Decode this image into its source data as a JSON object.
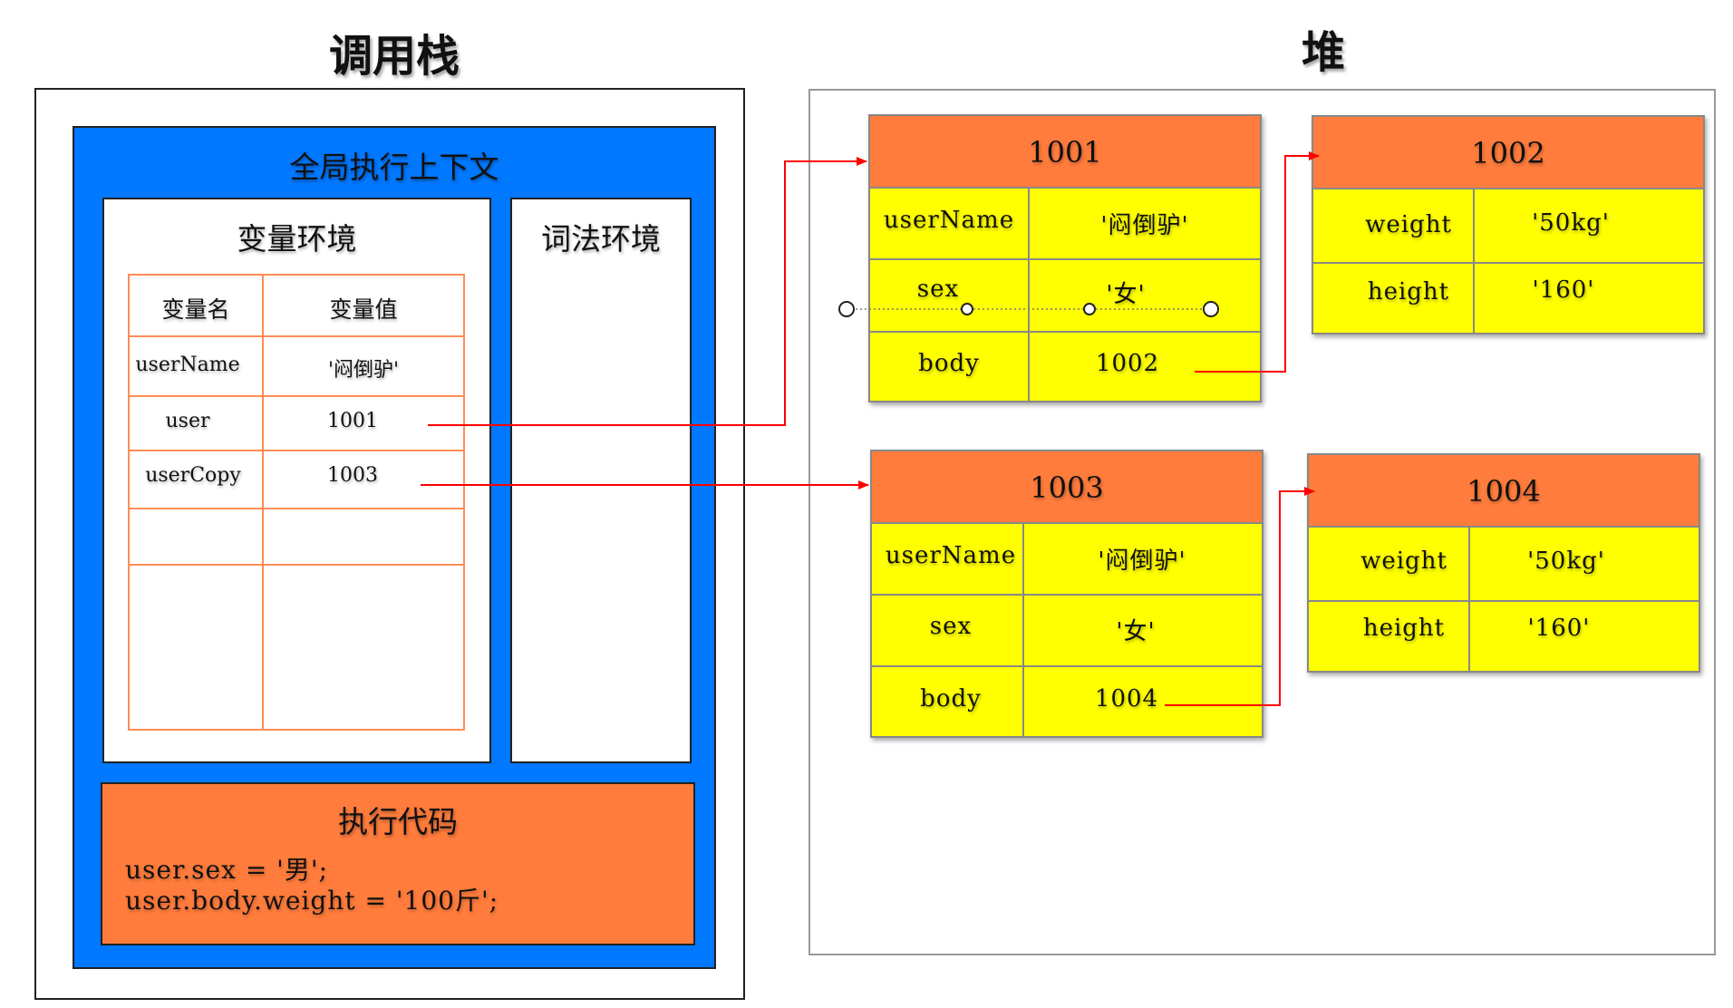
{
  "titles": {
    "stack": "调用栈",
    "heap": "堆"
  },
  "global_context": {
    "title": "全局执行上下文",
    "variable_env_title": "变量环境",
    "lexical_env_title": "词法环境",
    "table": {
      "headers": [
        "变量名",
        "变量值"
      ],
      "rows": [
        {
          "name": "userName",
          "value": "'闷倒驴'"
        },
        {
          "name": "user",
          "value": "1001"
        },
        {
          "name": "userCopy",
          "value": "1003"
        }
      ]
    },
    "code": {
      "title": "执行代码",
      "lines": [
        "user.sex = '男';",
        "user.body.weight = '100斤';"
      ]
    }
  },
  "heap": {
    "objects": [
      {
        "id": "1001",
        "rows": [
          {
            "key": "userName",
            "value": "'闷倒驴'"
          },
          {
            "key": "sex",
            "value": "'女'"
          },
          {
            "key": "body",
            "value": "1002"
          }
        ]
      },
      {
        "id": "1002",
        "rows": [
          {
            "key": "weight",
            "value": "'50kg'"
          },
          {
            "key": "height",
            "value": "'160'"
          }
        ]
      },
      {
        "id": "1003",
        "rows": [
          {
            "key": "userName",
            "value": "'闷倒驴'"
          },
          {
            "key": "sex",
            "value": "'女'"
          },
          {
            "key": "body",
            "value": "1004"
          }
        ]
      },
      {
        "id": "1004",
        "rows": [
          {
            "key": "weight",
            "value": "'50kg'"
          },
          {
            "key": "height",
            "value": "'160'"
          }
        ]
      }
    ]
  },
  "colors": {
    "context_blue": "#0078ff",
    "header_orange": "#ff7c3c",
    "cell_yellow": "#ffff00",
    "table_border": "#ff8c55",
    "arrow_red": "#ff0000"
  }
}
